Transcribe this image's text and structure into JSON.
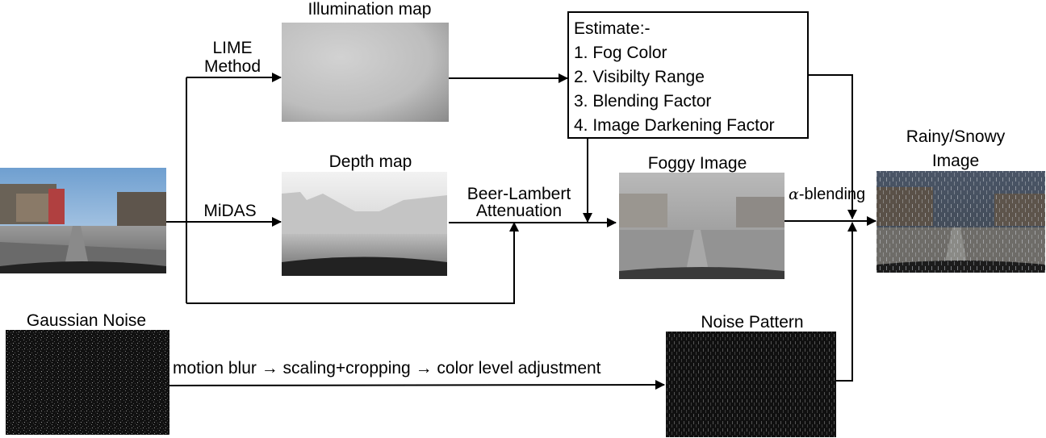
{
  "images": {
    "illumination_map": "Illumination map",
    "depth_map": "Depth map",
    "foggy_image": "Foggy Image",
    "rainy_snowy_image": [
      "Rainy/Snowy",
      "Image"
    ],
    "gaussian_noise": "Gaussian Noise",
    "noise_pattern": "Noise Pattern"
  },
  "edges": {
    "lime_method": [
      "LIME",
      "Method"
    ],
    "midas": "MiDAS",
    "beer_lambert": [
      "Beer-Lambert",
      "Attenuation"
    ],
    "alpha_symbol": "α",
    "alpha_blending": "-blending",
    "noise_pipeline": "motion blur → scaling+cropping → color level adjustment"
  },
  "estimate_box": {
    "title": "Estimate:-",
    "items": [
      "1. Fog Color",
      "2. Visibilty Range",
      "3. Blending Factor",
      "4. Image Darkening Factor"
    ]
  },
  "colors": {
    "sky_blue": "#8fb2d6",
    "road_gray": "#7b7b7b",
    "fog_gray": "#a5a5a5",
    "noise_dark": "#111111"
  }
}
